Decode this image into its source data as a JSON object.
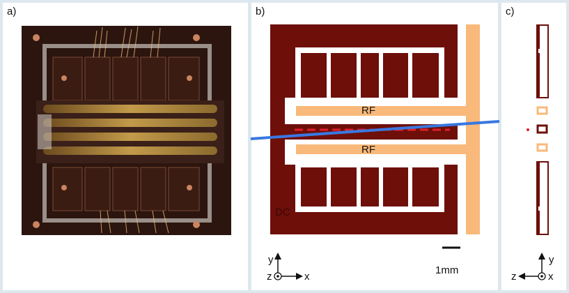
{
  "panels": {
    "a": {
      "label": "a)"
    },
    "b": {
      "label": "b)",
      "rf_top": "RF",
      "rf_bottom": "RF",
      "dc": "DC",
      "scale_label": "1mm",
      "axes": {
        "y": "y",
        "z": "z",
        "x": "x"
      }
    },
    "c": {
      "label": "c)",
      "axes": {
        "y": "y",
        "z": "z",
        "x": "x"
      }
    }
  },
  "colors": {
    "electrode_dc": "#6e0f0a",
    "electrode_rf": "#f9b97a",
    "cut_line": "#3a78e0",
    "ion_axis": "#e0202a",
    "background": "#dde8ee",
    "photo_frame": "#2a150d"
  }
}
